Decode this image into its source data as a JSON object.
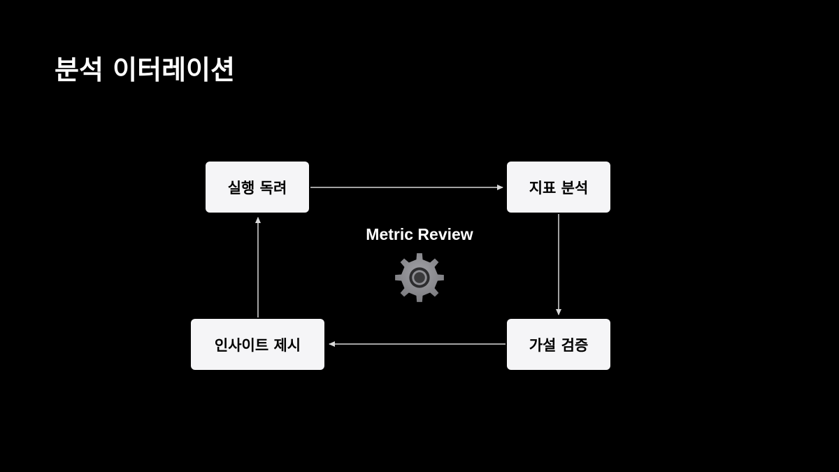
{
  "title": "분석 이터레이션",
  "center": {
    "label": "Metric Review",
    "icon": "gear-icon"
  },
  "nodes": {
    "top_left": "실행 독려",
    "top_right": "지표 분석",
    "bottom_right": "가설 검증",
    "bottom_left": "인사이트 제시"
  },
  "colors": {
    "background": "#000000",
    "node_fill": "#f5f5f7",
    "node_text": "#000000",
    "arrow": "#d9d9d9",
    "gear_outer": "#8e8e93",
    "gear_inner": "#3a3a3c"
  }
}
